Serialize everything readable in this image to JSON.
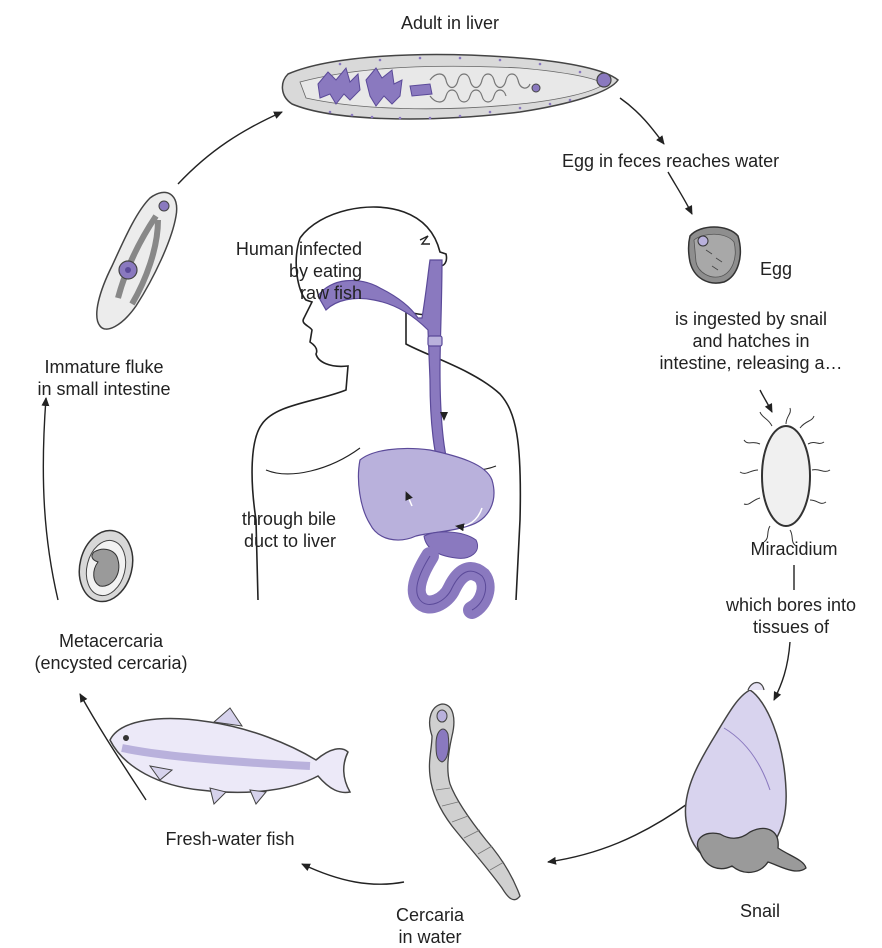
{
  "labels": {
    "adult": "Adult in liver",
    "egg_in_feces": "Egg in feces reaches water",
    "egg": "Egg",
    "ingested": [
      "is ingested by snail",
      "and hatches in",
      "intestine, releasing a…"
    ],
    "miracidium": "Miracidium",
    "bores": [
      "which bores into",
      "tissues of"
    ],
    "snail": "Snail",
    "cercaria": [
      "Cercaria",
      "in water"
    ],
    "fish": "Fresh-water fish",
    "metacercaria": [
      "Metacercaria",
      "(encysted cercaria)"
    ],
    "immature": [
      "Immature fluke",
      "in small intestine"
    ],
    "human": [
      "Human infected",
      "by eating",
      "raw fish"
    ],
    "bile": [
      "through bile",
      "duct to liver"
    ]
  },
  "colors": {
    "lavender": "#b9b1dc",
    "purple": "#8a79bf",
    "dark_purple": "#5b4a99",
    "gray": "#bfbfbf",
    "dark_gray": "#8c8c8c",
    "ink": "#222222"
  }
}
